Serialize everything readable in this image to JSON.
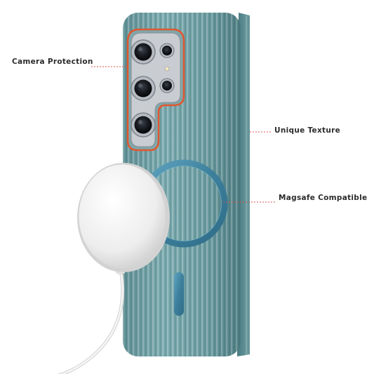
{
  "callouts": {
    "camera": "Camera Protection",
    "texture": "Unique Texture",
    "magsafe": "Magsafe Compatible"
  },
  "colors": {
    "case": "#6e9ea2",
    "case_dark": "#4f7e84",
    "ring": "#3f86a3",
    "camera_trim": "#e0572f",
    "leader": "#d9534f",
    "charger": "#eeeeee"
  }
}
